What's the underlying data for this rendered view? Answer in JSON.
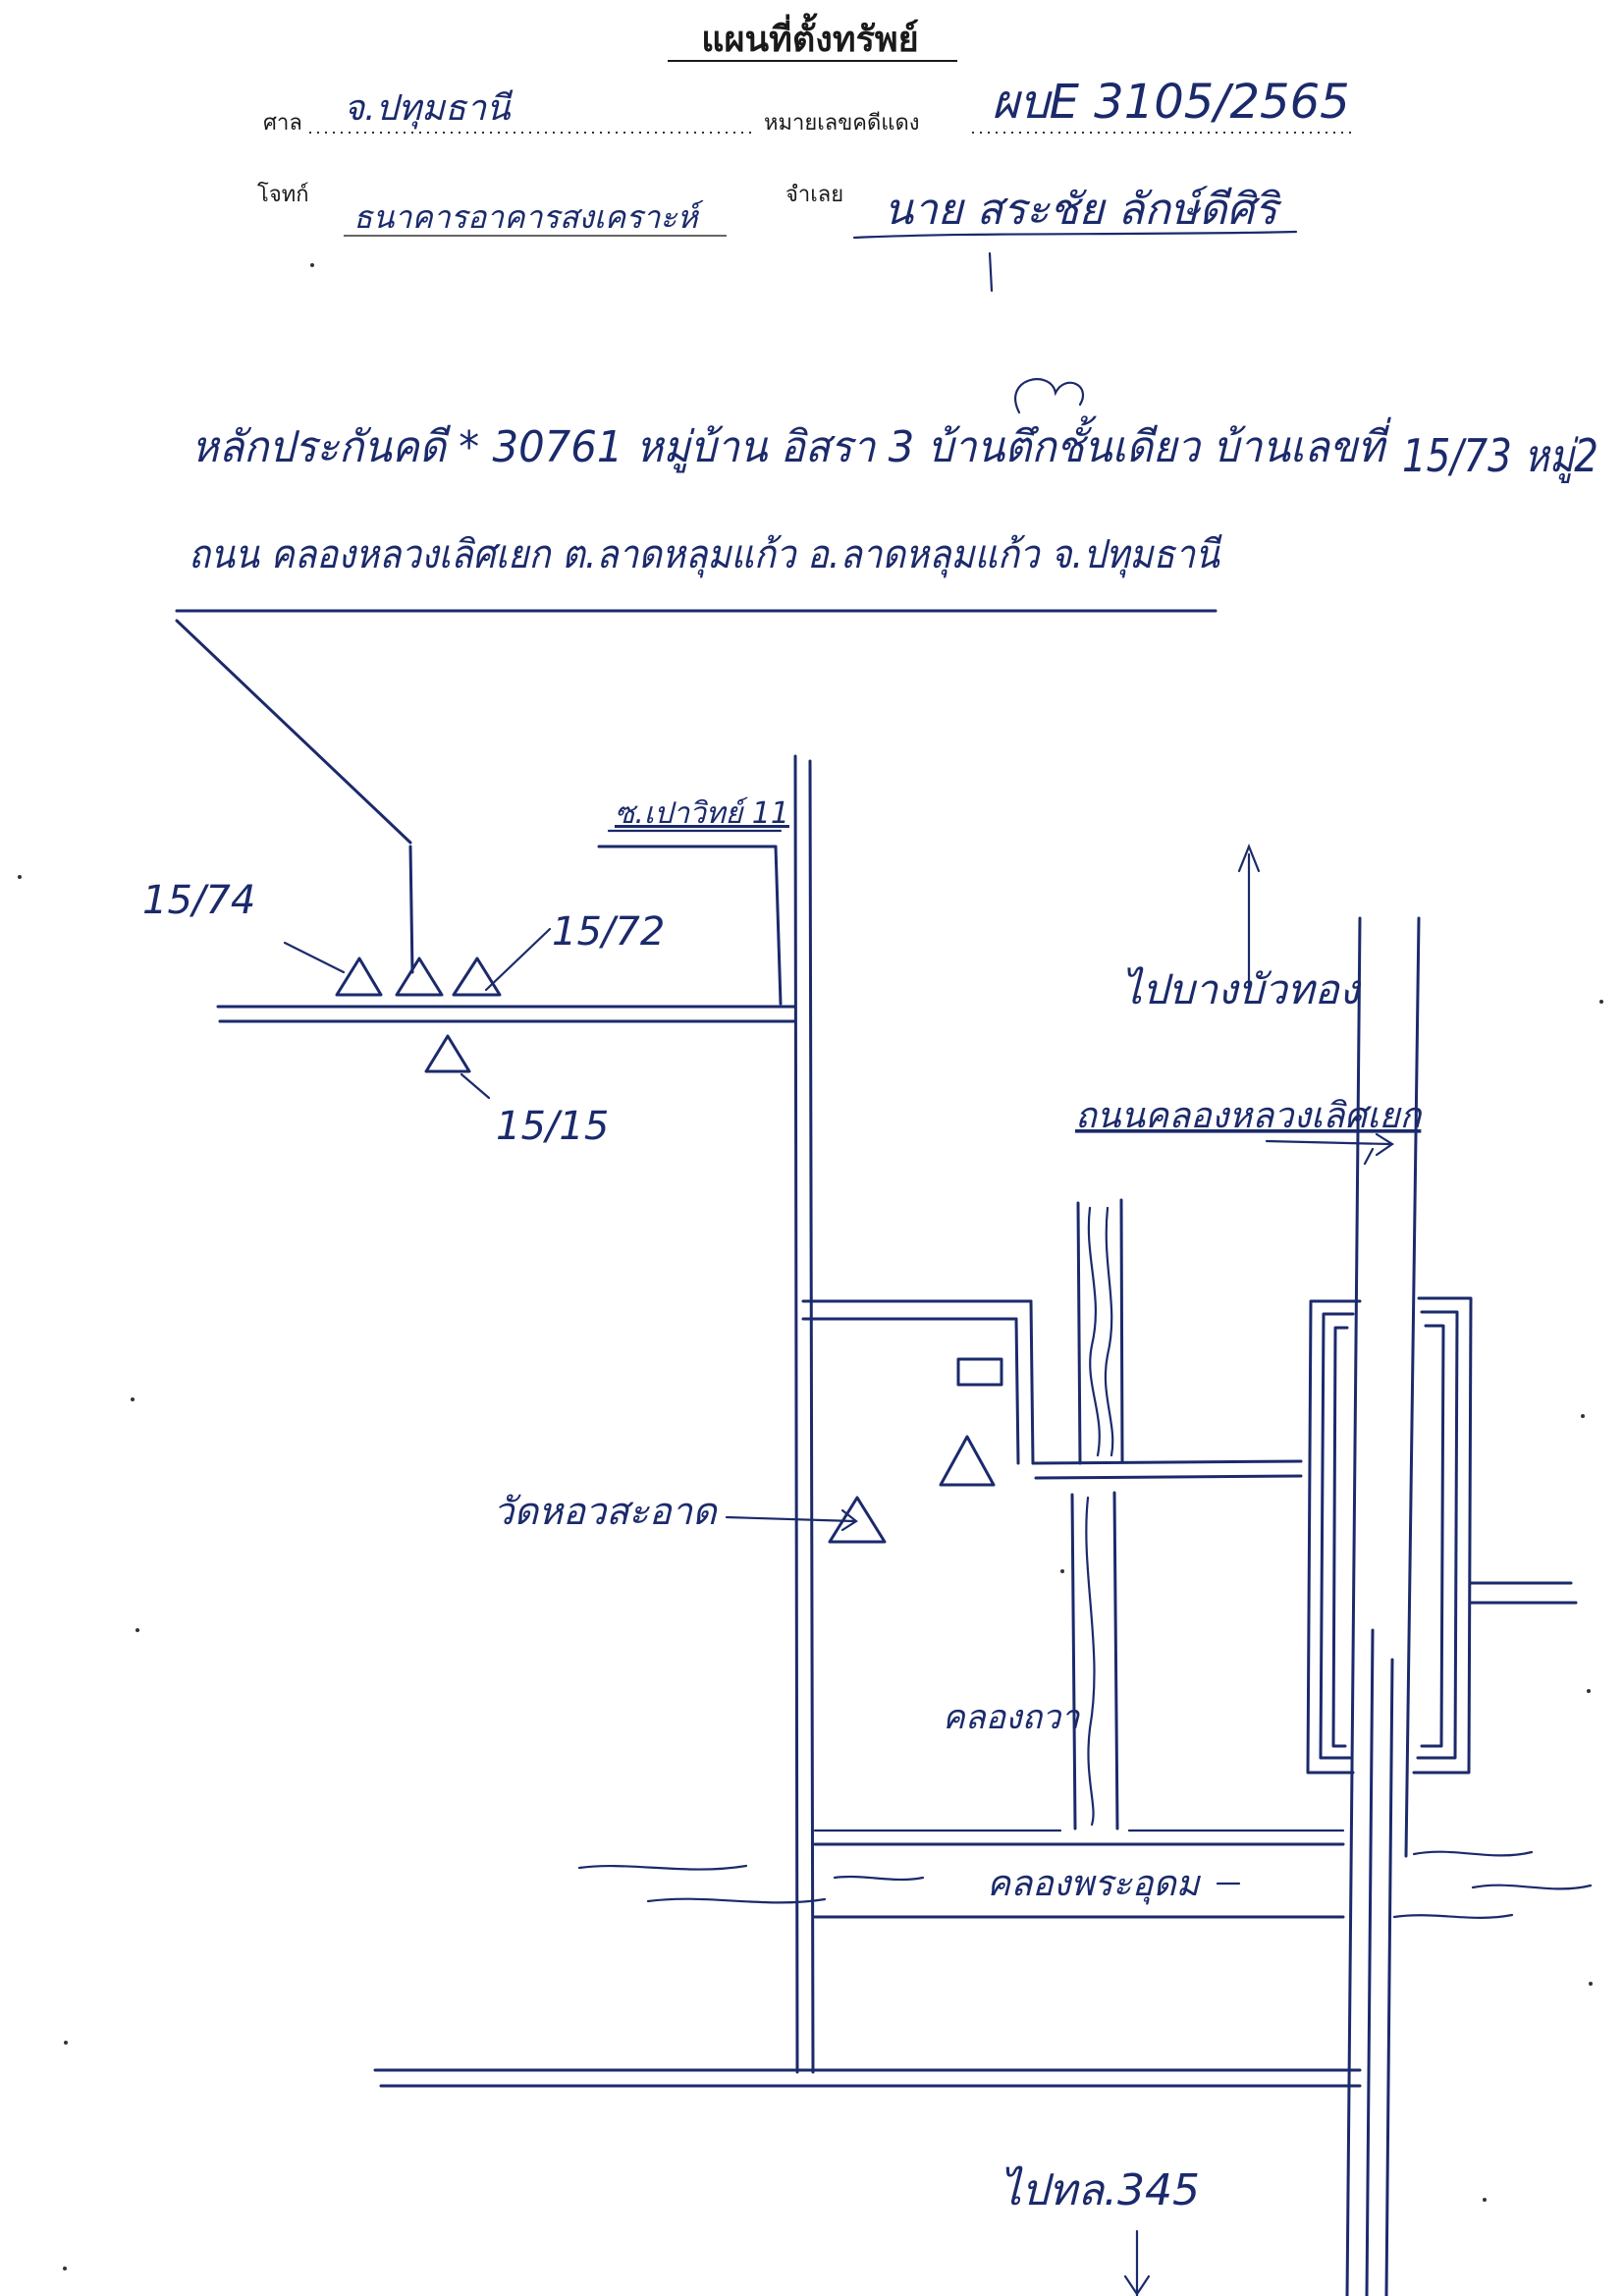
{
  "header": {
    "title": "แผนที่ตั้งทรัพย์",
    "court_label": "ศาล",
    "court_value": "จ.ปทุมธานี",
    "case_number_label": "หมายเลขคดีแดง",
    "case_number_value": "ผบE 3105/2565",
    "plaintiff_label": "โจทก์",
    "plaintiff_value": "ธนาคารอาคารสงเคราะห์",
    "defendant_label": "จำเลย",
    "defendant_value": "นาย สระชัย ลักษ์ดีศิริ"
  },
  "property": {
    "line1": "หลักประกันคดี * 30761 หมู่บ้าน อิสรา 3 บ้านตึกชั้นเดียว บ้านเลขที่",
    "house_number": "15/73 หมู่2",
    "line2": "ถนน คลองหลวงเลิศเยก ต.ลาดหลุมแก้ว อ.ลาดหลุมแก้ว จ.ปทุมธานี"
  },
  "map": {
    "soi_label": "ซ.เปาวิทย์ 11",
    "plot_labels": {
      "left": "15/74",
      "right": "15/72",
      "below": "15/15"
    },
    "north_label": "ไปบางบัวทอง",
    "road_label": "ถนนคลองหลวงเลิศเยก",
    "temple_label": "วัดหอวสะอาด",
    "canal_vertical_label": "คลองถวา",
    "canal_horizontal_label": "คลองพระอุดม",
    "south_label": "ไปทล.345"
  }
}
